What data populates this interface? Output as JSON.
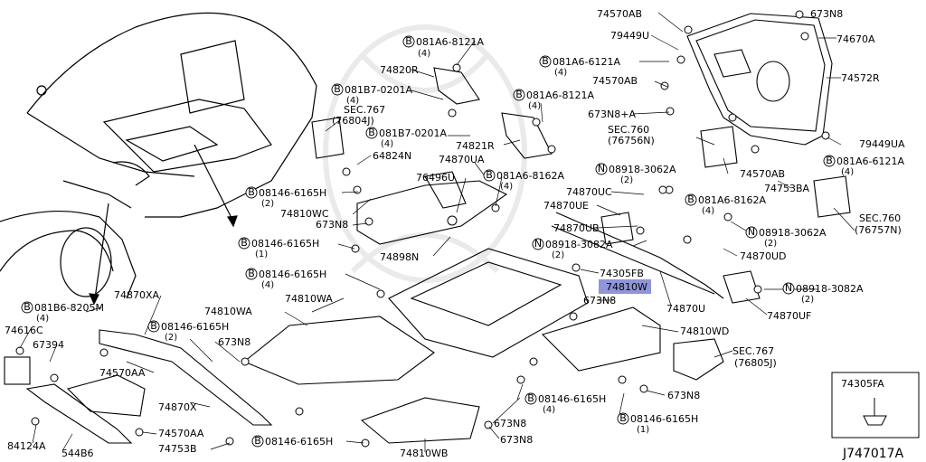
{
  "diagram": {
    "code": "J747017A",
    "highlight_part": "74810W",
    "inset_part": "74305FA",
    "labels": {
      "p74570AB": "74570AB",
      "p673N8": "673N8",
      "p79449U": "79449U",
      "p74670A": "74670A",
      "b081A6_6121A_top": "081A6-6121A",
      "q4a": "(4)",
      "p74572R": "74572R",
      "p74570AB2": "74570AB",
      "b081A6_8121A_1": "081A6-8121A",
      "q4b": "(4)",
      "p74820R": "74820R",
      "b081B7_0201A_1": "081B7-0201A",
      "q4c": "(4)",
      "b081A6_8121A_2": "081A6-8121A",
      "q4d": "(4)",
      "p673N8A": "673N8+A",
      "sec767a": "SEC.767",
      "sec767a_sub": "(76804J)",
      "b081B7_0201A_2": "081B7-0201A",
      "q4e": "(4)",
      "p74821R": "74821R",
      "sec760a": "SEC.760",
      "sec760a_sub": "(76756N)",
      "p79449UA": "79449UA",
      "p64824N": "64824N",
      "p74870UA": "74870UA",
      "n08918_3062A_1": "08918-3062A",
      "q2a": "(2)",
      "b081A6_6121A_2": "081A6-6121A",
      "q4f": "(4)",
      "p74570AB3": "74570AB",
      "p74753BA": "74753BA",
      "p76496U": "76496U",
      "b081A6_8162A_1": "081A6-8162A",
      "q4g": "(4)",
      "b08146_6165H_1": "08146-6165H",
      "q2b": "(2)",
      "p74810WC": "74810WC",
      "p74870UC": "74870UC",
      "p74870UE": "74870UE",
      "b081A6_8162A_2": "081A6-8162A",
      "q4h": "(4)",
      "sec760b": "SEC.760",
      "sec760b_sub": "(76757N)",
      "p673N8b": "673N8",
      "p74870UB": "74870UB",
      "n08918_3062A_2": "08918-3062A",
      "q2c": "(2)",
      "b08146_6165H_2": "08146-6165H",
      "q1a": "(1)",
      "n08918_3082A_1": "08918-3082A",
      "q2d": "(2)",
      "p74898N": "74898N",
      "p74870UD": "74870UD",
      "b08146_6165H_3": "08146-6165H",
      "q4i": "(4)",
      "p74305FB": "74305FB",
      "p74810W": "74810W",
      "n08918_3082A_2": "08918-3082A",
      "q2e": "(2)",
      "p74810WA": "74810WA",
      "p673N8c": "673N8",
      "p74870U": "74870U",
      "p74870UF": "74870UF",
      "b081B6_8205M": "081B6-8205M",
      "q4j": "(4)",
      "p74870XA": "74870XA",
      "p74810WA2": "74810WA",
      "p74810WD": "74810WD",
      "p74616C": "74616C",
      "b08146_6165H_4": "08146-6165H",
      "q2f": "(2)",
      "p67394": "67394",
      "p673N8d": "673N8",
      "sec767b": "SEC.767",
      "sec767b_sub": "(76805J)",
      "p74570AA": "74570AA",
      "p74870X": "74870X",
      "b08146_6165H_5": "08146-6165H",
      "q4k": "(4)",
      "p673N8e": "673N8",
      "p74570AA2": "74570AA",
      "p673N8f": "673N8",
      "b08146_6165H_6": "08146-6165H",
      "q1b": "(1)",
      "p84124A": "84124A",
      "p544B6": "544B6",
      "p74753B": "74753B",
      "b08146_6165H_7": "08146-6165H",
      "p673N8g": "673N8",
      "p74810WB": "74810WB"
    }
  }
}
